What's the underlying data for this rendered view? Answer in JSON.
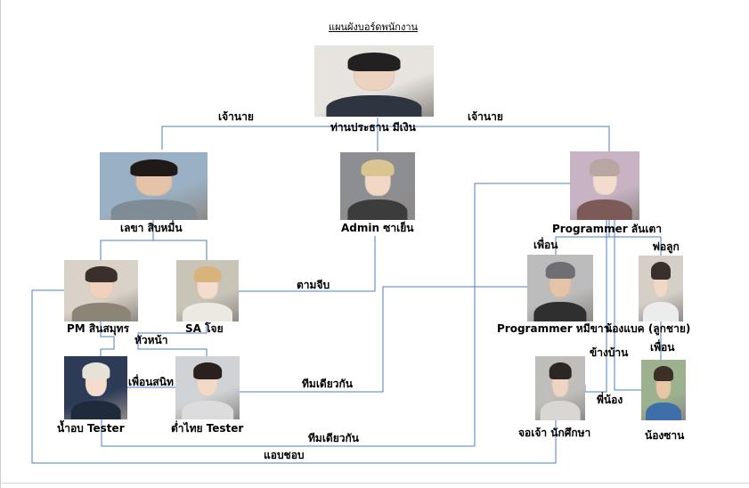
{
  "title": "แผนผังบอร์ดพนักงาน",
  "colors": {
    "line": "#4a7fc1",
    "background": "#ffffff",
    "label": "#000000"
  },
  "people": {
    "boss": {
      "name": "ท่านประธาน มีเงิน",
      "photo_colors": {
        "hair": "#222020",
        "skin": "#ecd3c1",
        "cloth": "#2e3440",
        "bg": "#e7e3df"
      }
    },
    "secretary": {
      "name": "เลขา สิบหมื่น",
      "photo_colors": {
        "hair": "#1f1a18",
        "skin": "#e5c3a8",
        "cloth": "#7f8b95",
        "bg": "#9ab0c4"
      }
    },
    "admin": {
      "name": "Admin ซาเย็น",
      "photo_colors": {
        "hair": "#d8c592",
        "skin": "#f1d7c4",
        "cloth": "#3c3c3c",
        "bg": "#8c8e92"
      }
    },
    "programmer_main": {
      "name": "Programmer ลันเตา",
      "photo_colors": {
        "hair": "#b7a6a2",
        "skin": "#f3dccd",
        "cloth": "#7b5a57",
        "bg": "#c8b3c4"
      }
    },
    "pm": {
      "name": "PM สินสมุทร",
      "photo_colors": {
        "hair": "#3a2f2a",
        "skin": "#efd2bd",
        "cloth": "#8a8577",
        "bg": "#d9d2c8"
      }
    },
    "sa": {
      "name": "SA โจย",
      "photo_colors": {
        "hair": "#d8b37c",
        "skin": "#f3dccb",
        "cloth": "#ece9e4",
        "bg": "#c9c4b8"
      }
    },
    "programmer_2": {
      "name": "Programmer หมีขาว",
      "photo_colors": {
        "hair": "#6f6f73",
        "skin": "#e3c4a9",
        "cloth": "#2f2f2f",
        "bg": "#bcbcbc"
      }
    },
    "baby_son": {
      "name": "น้องแบค (ลูกชาย)",
      "photo_colors": {
        "hair": "#3a302b",
        "skin": "#f1d8c6",
        "cloth": "#ececec",
        "bg": "#d5cfc8"
      }
    },
    "tester_1": {
      "name": "น้ำอบ Tester",
      "photo_colors": {
        "hair": "#e7e2d8",
        "skin": "#f4ddcd",
        "cloth": "#1f2a3a",
        "bg": "#2d3b57"
      }
    },
    "tester_2": {
      "name": "ต่ำไทย Tester",
      "photo_colors": {
        "hair": "#2a211e",
        "skin": "#f2d9c7",
        "cloth": "#dcdcdc",
        "bg": "#cfd3d6"
      }
    },
    "student": {
      "name": "จอเจ้า นักศึกษา",
      "photo_colors": {
        "hair": "#2c2624",
        "skin": "#edd4c3",
        "cloth": "#d9d7d4",
        "bg": "#c0beba"
      }
    },
    "neighbor_kid": {
      "name": "น้องซาน",
      "photo_colors": {
        "hair": "#3b2f27",
        "skin": "#e8c6a8",
        "cloth": "#3e6fa8",
        "bg": "#9cb28e"
      }
    }
  },
  "relations": {
    "boss_left": "เจ้านาย",
    "boss_right": "เจ้านาย",
    "follow": "ตามจีบ",
    "friend_prog": "เพื่อน",
    "father_son": "พ่อลูก",
    "leader": "หัวหน้า",
    "close_friend": "เพื่อนสนิท",
    "same_team_1": "ทีมเดียวกัน",
    "same_team_2": "ทีมเดียวกัน",
    "neighbor": "ข้างบ้าน",
    "friend_kids": "เพื่อน",
    "siblings": "พี่น้อง",
    "crush": "แอบชอบ"
  }
}
